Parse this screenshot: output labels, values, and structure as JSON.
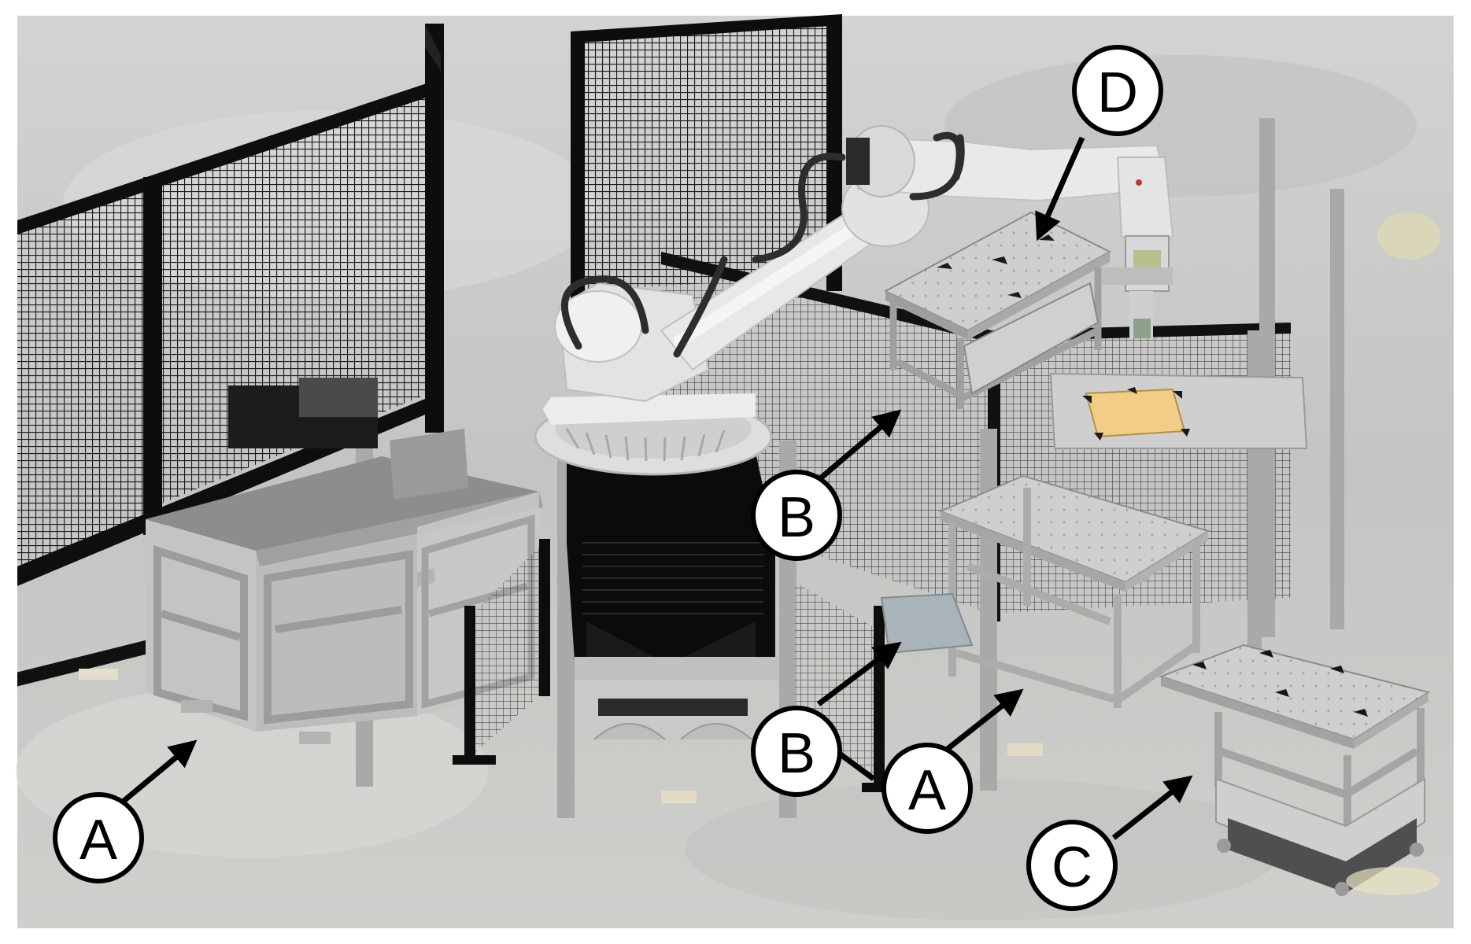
{
  "figure": {
    "callouts": [
      {
        "id": "A1",
        "label": "A"
      },
      {
        "id": "A2",
        "label": "A"
      },
      {
        "id": "A3",
        "label": "A"
      },
      {
        "id": "B1",
        "label": "B"
      },
      {
        "id": "B2",
        "label": "B"
      },
      {
        "id": "C1",
        "label": "C"
      },
      {
        "id": "D1",
        "label": "D"
      }
    ],
    "colors": {
      "floor": "#c9c9c7",
      "fence": "#151515",
      "table_frame": "#b4b4b4",
      "table_top": "#8b8b8b",
      "robot": "#e6e6e6",
      "robot_base": "#0d0d0d",
      "fixture_highlight": "#f2cd86",
      "cart_body": "#5a5a5a"
    }
  }
}
